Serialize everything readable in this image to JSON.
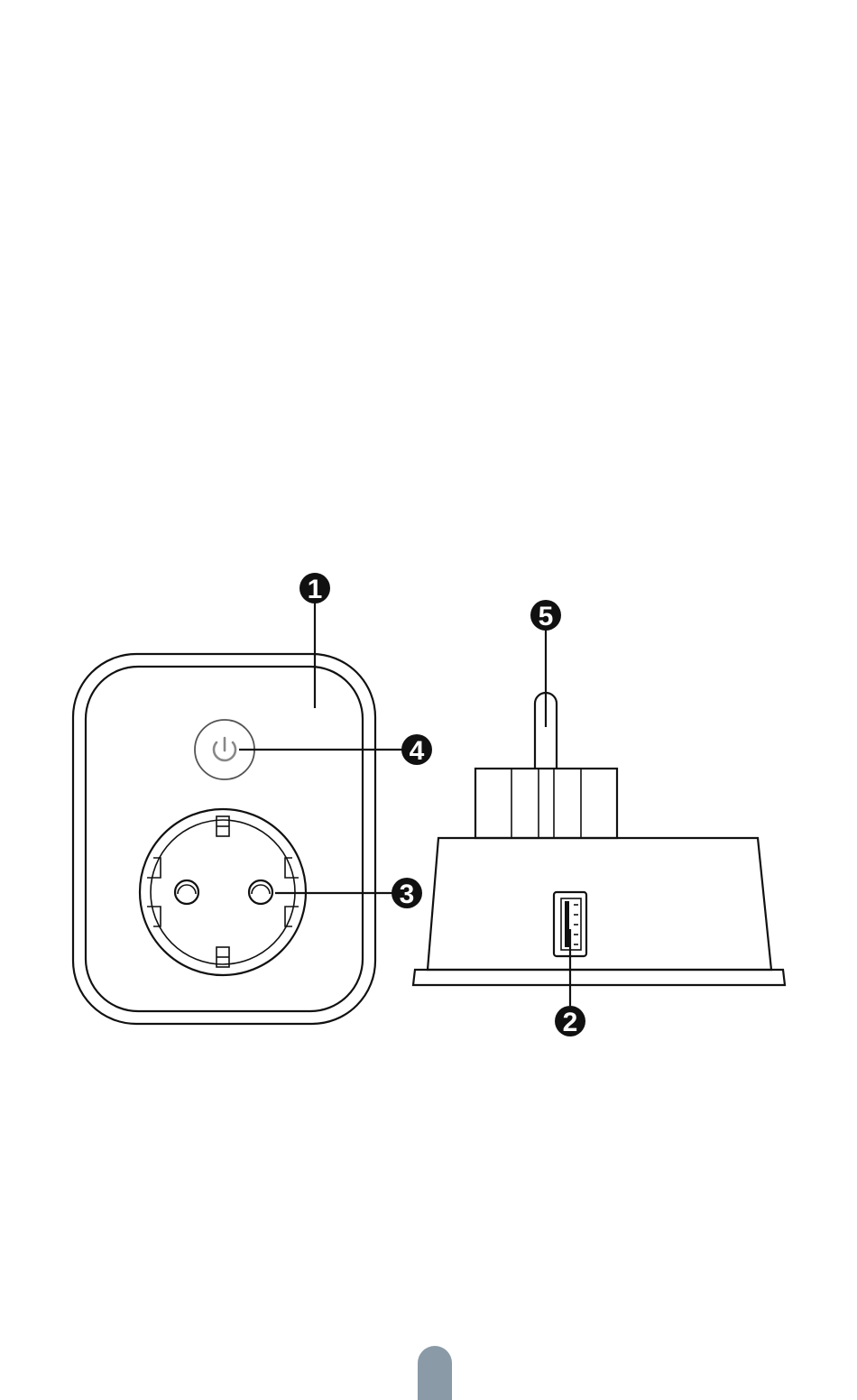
{
  "callouts": [
    {
      "id": "1",
      "label": "1"
    },
    {
      "id": "2",
      "label": "2"
    },
    {
      "id": "3",
      "label": "3"
    },
    {
      "id": "4",
      "label": "4"
    },
    {
      "id": "5",
      "label": "5"
    }
  ],
  "icons": {
    "power": "power-icon",
    "usb": "usb-port-icon"
  },
  "colors": {
    "line": "#111111",
    "callout_fill": "#111111",
    "power_icon": "#888888",
    "page_tab": "#8b9aa7"
  }
}
